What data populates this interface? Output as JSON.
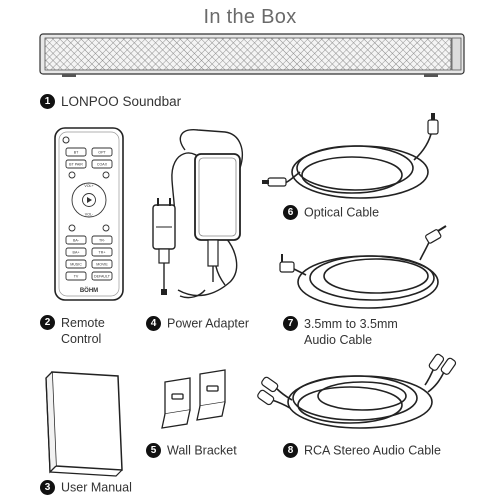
{
  "header": {
    "title": "In the Box"
  },
  "items": [
    {
      "number": "1",
      "brand": "LONPOO",
      "name": "Soundbar"
    },
    {
      "number": "2",
      "line1": "Remote",
      "line2": "Control"
    },
    {
      "number": "3",
      "name": "User Manual"
    },
    {
      "number": "4",
      "name": "Power Adapter"
    },
    {
      "number": "5",
      "name": "Wall Bracket"
    },
    {
      "number": "6",
      "name": "Optical Cable"
    },
    {
      "number": "7",
      "line1": "3.5mm to 3.5mm",
      "line2": "Audio Cable"
    },
    {
      "number": "8",
      "name": "RCA Stereo Audio Cable"
    }
  ],
  "remote": {
    "buttons": [
      "BT",
      "OPT",
      "BT PAIR",
      "COAX",
      "VOL+",
      "VOL-",
      "BA-",
      "TR-",
      "BA+",
      "TR+",
      "MUSIC",
      "MOVIE",
      "TV",
      "DEFAULT"
    ],
    "logo": "BÖHM"
  }
}
